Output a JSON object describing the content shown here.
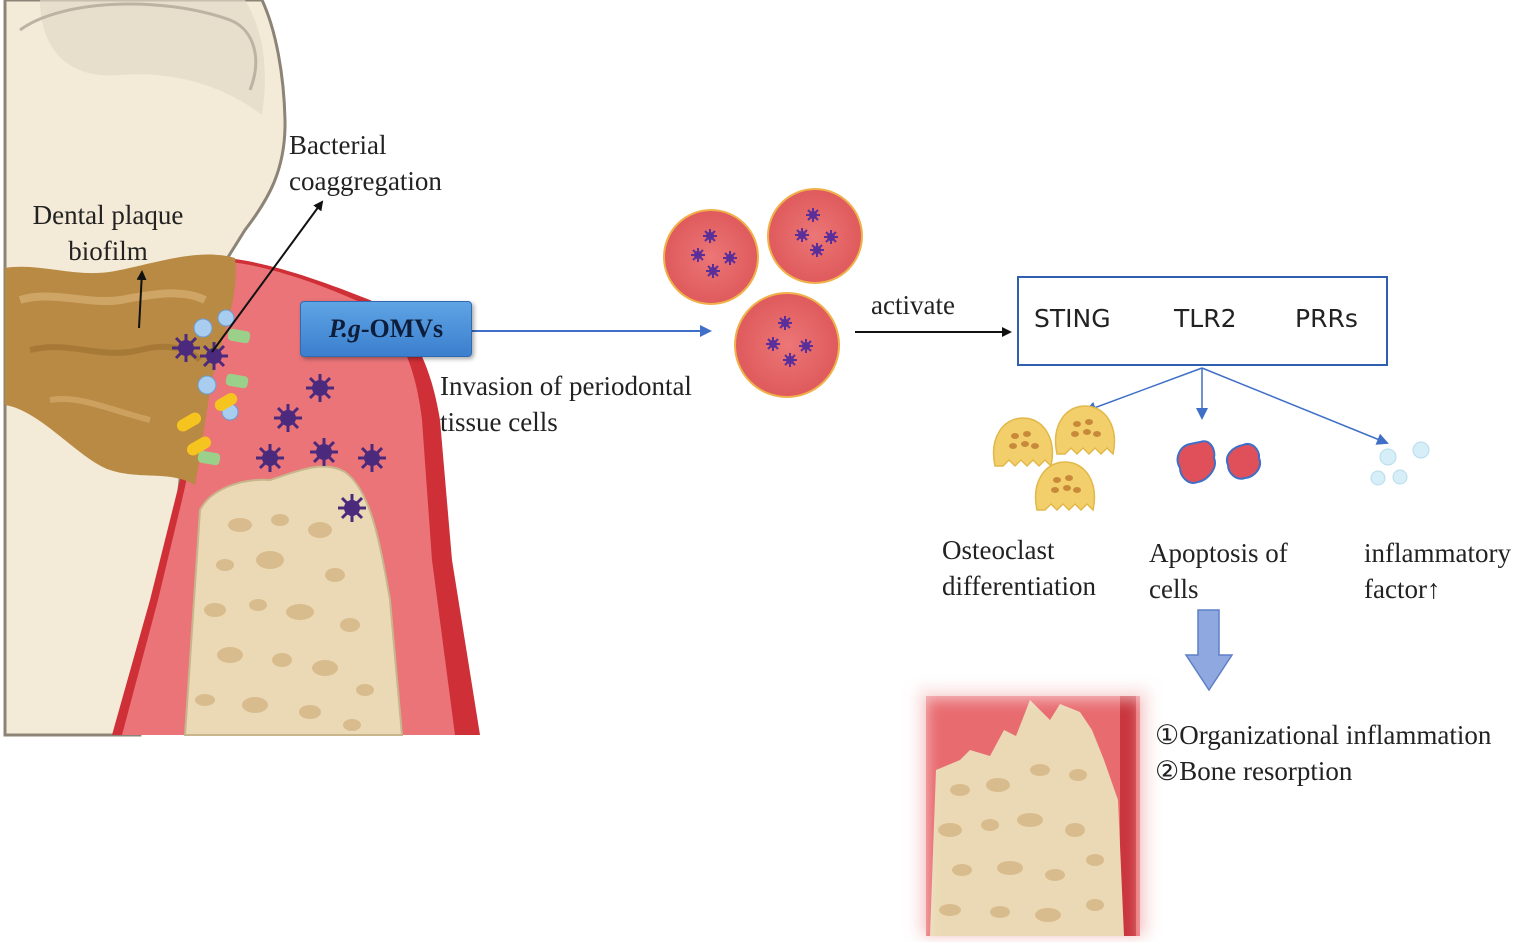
{
  "labels": {
    "dental_plaque": [
      "Dental plaque",
      "biofilm"
    ],
    "bacterial_coaggregation": [
      "Bacterial",
      "coaggregation"
    ],
    "omv_prefix": "P.g",
    "omv_suffix": "-OMVs",
    "invasion": [
      "Invasion of periodontal",
      "tissue cells"
    ],
    "activate": "activate",
    "receptors": [
      "STING",
      "TLR2",
      "PRRs"
    ],
    "osteoclast": [
      "Osteoclast",
      "differentiation"
    ],
    "apoptosis": [
      "Apoptosis of",
      "cells"
    ],
    "inflammatory": [
      "inflammatory",
      "factor↑"
    ],
    "outcomes": [
      "①Organizational inflammation",
      "②Bone resorption"
    ]
  },
  "colors": {
    "arrow_blue": "#3f6fc6",
    "gum_red": "#e0535a",
    "bone_tan": "#ead9b4",
    "plaque_brown": "#b88a43",
    "bacteria_purple": "#4b2a7e",
    "vesicle_red": "#e86a6a",
    "osteoclast_yellow": "#f2cf6a"
  }
}
